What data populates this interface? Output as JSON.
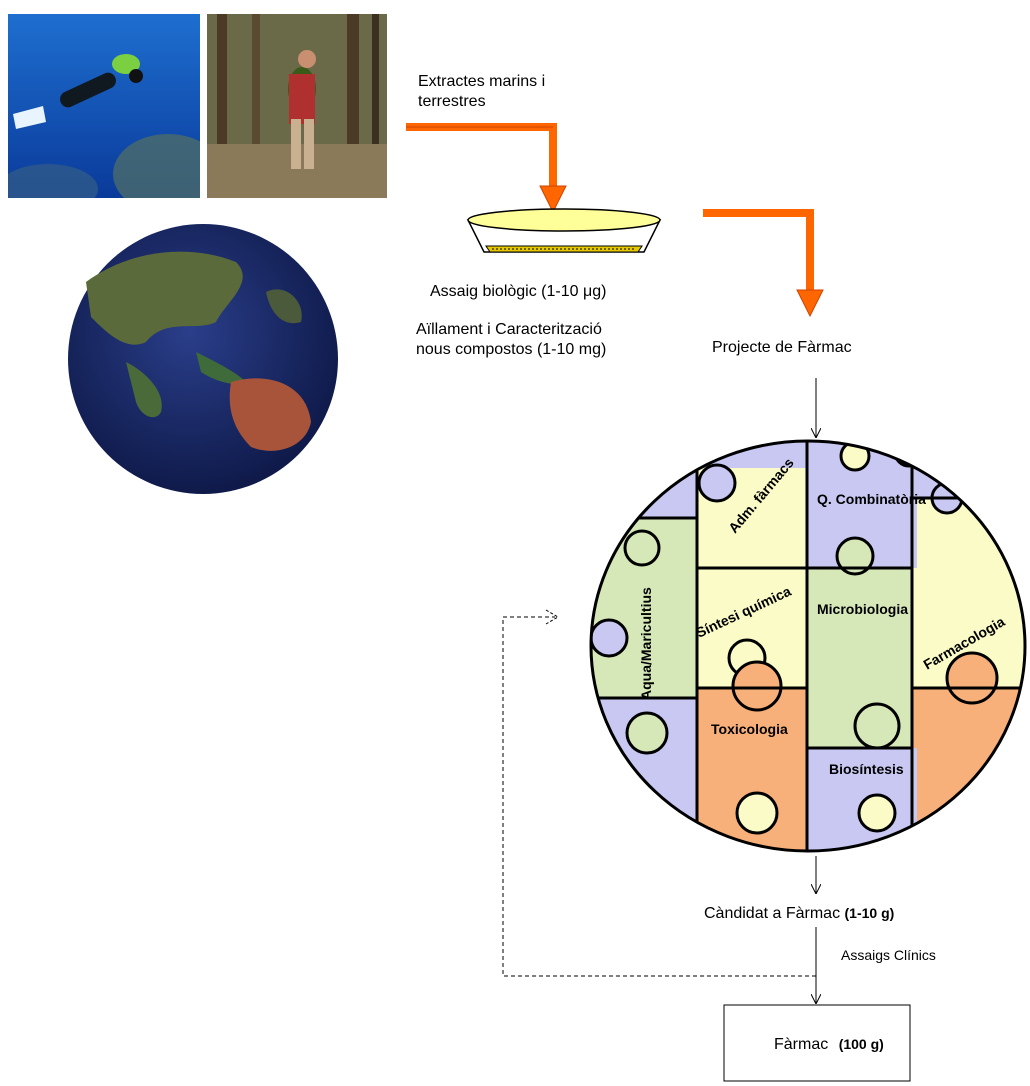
{
  "photos": {
    "diver_photo": "diver-photo",
    "forest_photo": "hiker-forest-photo",
    "globe": "earth-globe-image"
  },
  "labels": {
    "extracts": "Extractes marins i terrestres",
    "extracts_line1": "Extractes marins i",
    "extracts_line2": "terrestres",
    "bioassay": "Assaig biològic (1-10 μg)",
    "isolation_line1": "Aïllament i Caracterització",
    "isolation_line2": "nous compostos (1-10 mg)",
    "project": "Projecte de Fàrmac",
    "candidate": "Càndidat a Fàrmac",
    "candidate_amount": "(1-10 g)",
    "clinical": "Assaigs Clínics",
    "drug": "Fàrmac",
    "drug_amount": "(100 g)"
  },
  "puzzle": {
    "pieces": [
      {
        "label": "Adm. fàrmacs",
        "color": "#fbfbc8"
      },
      {
        "label": "Q. Combinatòria",
        "color": "#c8c8f2"
      },
      {
        "label": "Aqua/Maricultius",
        "color": "#d6e8b8"
      },
      {
        "label": "Síntesi química",
        "color": "#fbfbc8"
      },
      {
        "label": "Microbiologia",
        "color": "#d6e8b8"
      },
      {
        "label": "Farmacologia",
        "color": "#fbfbc8"
      },
      {
        "label": "Toxicologia",
        "color": "#f8b07a"
      },
      {
        "label": "Biosíntesis",
        "color": "#c8c8f2"
      }
    ]
  },
  "colors": {
    "orange_arrow": "#ff6600",
    "dish_fill": "#ffff99",
    "purple": "#c8c8f2",
    "yellow": "#fbfbc8",
    "green": "#d6e8b8",
    "orange": "#f8b07a"
  }
}
